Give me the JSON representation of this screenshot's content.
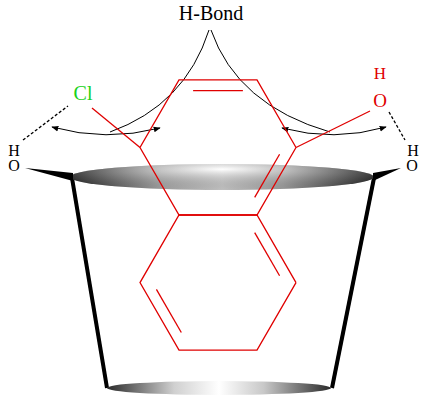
{
  "diagram": {
    "labels": [
      "H-Bond",
      "Cl",
      "H",
      "O",
      "H",
      "O",
      "H",
      "O"
    ]
  }
}
